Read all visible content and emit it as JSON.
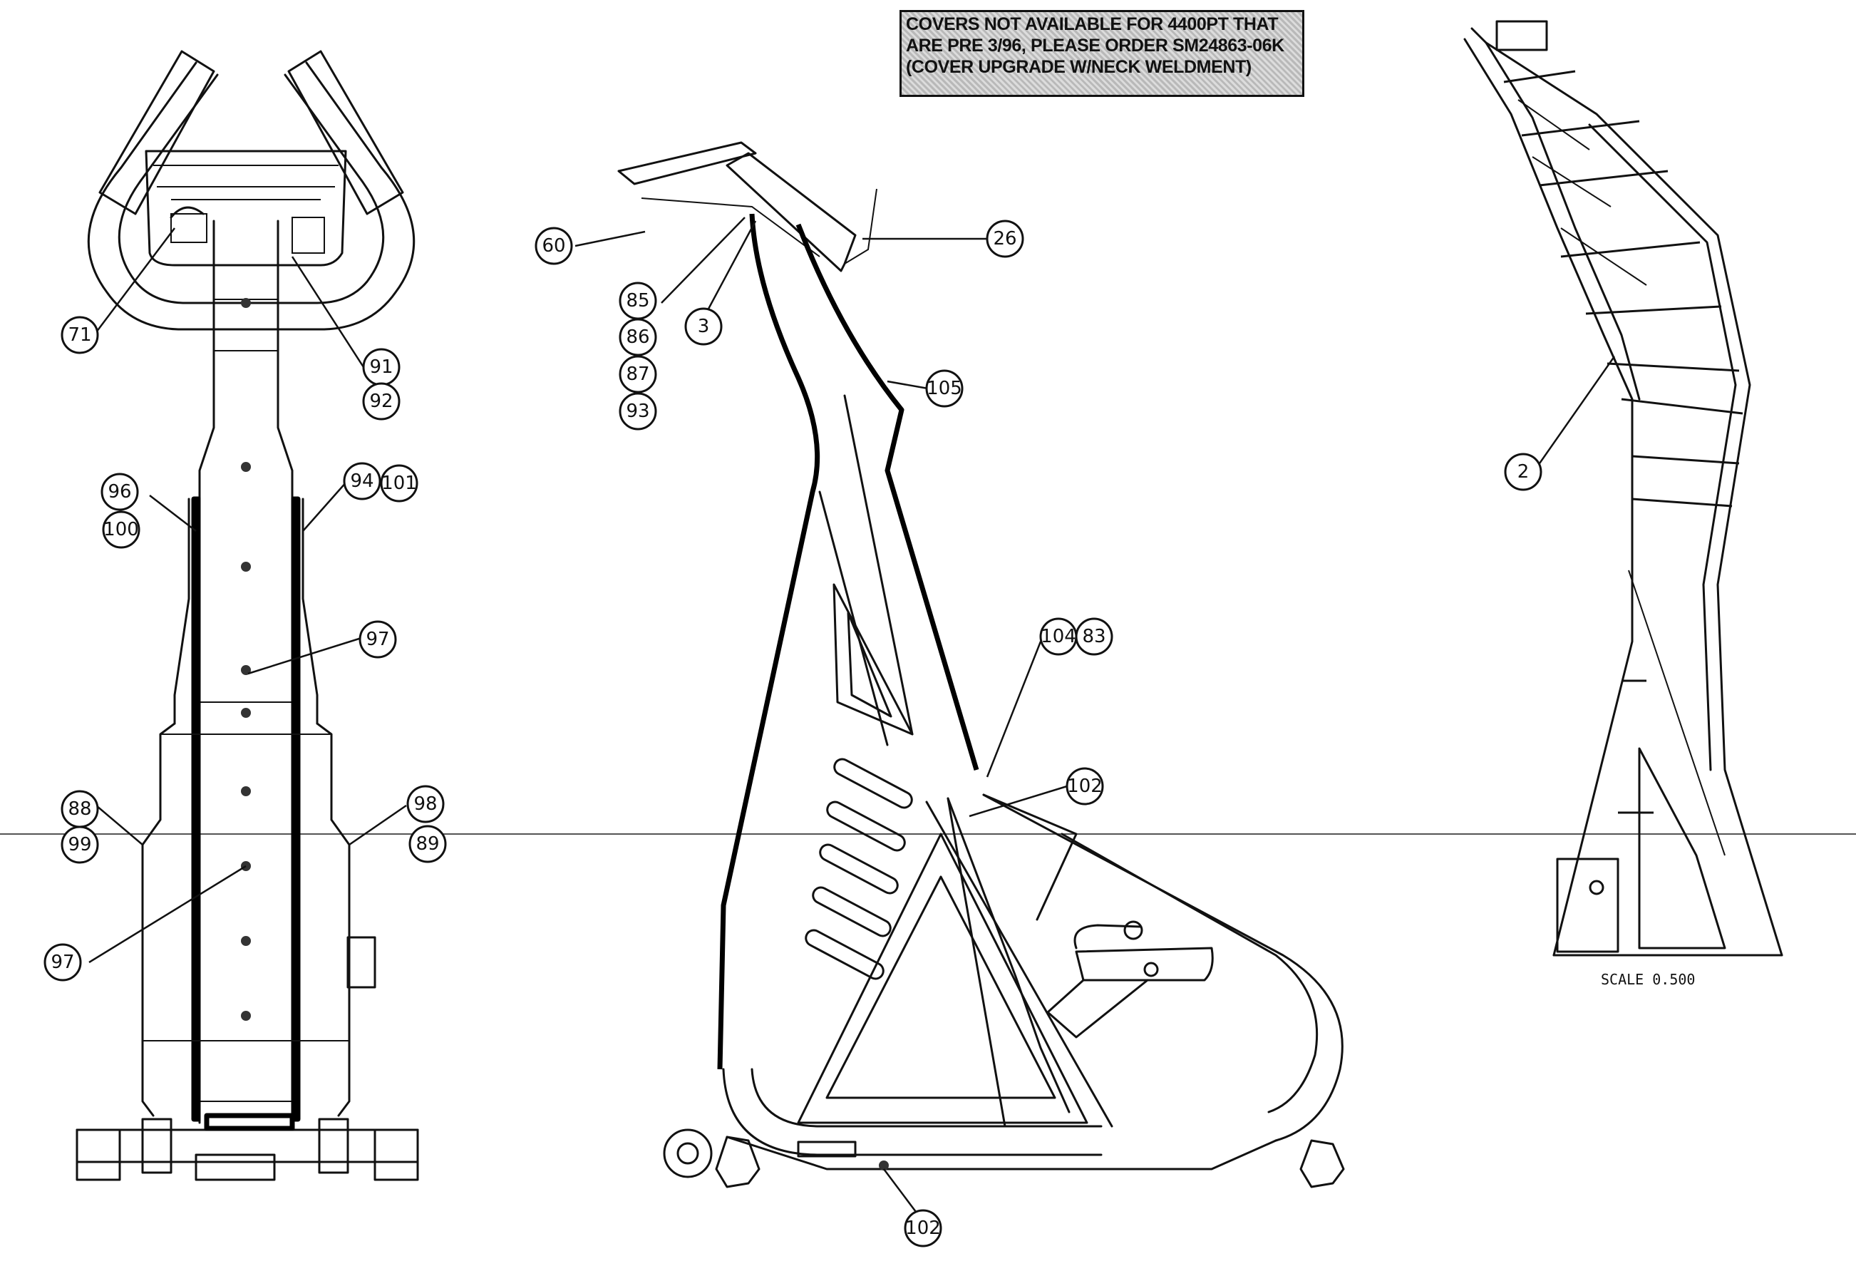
{
  "drawing": {
    "note": "COVERS NOT AVAILABLE FOR 4400PT THAT ARE PRE 3/96, PLEASE ORDER SM24863-06K (COVER UPGRADE W/NECK WELDMENT)",
    "scale_label": "SCALE  0.500",
    "views": [
      "front-view",
      "side-view",
      "section-view"
    ]
  },
  "callouts": {
    "front": [
      "71",
      "91",
      "92",
      "96",
      "100",
      "94",
      "101",
      "97",
      "97",
      "88",
      "99",
      "98",
      "89"
    ],
    "side": [
      "60",
      "85",
      "86",
      "87",
      "93",
      "3",
      "26",
      "105",
      "104",
      "83",
      "102",
      "102"
    ],
    "section": [
      "2"
    ]
  }
}
